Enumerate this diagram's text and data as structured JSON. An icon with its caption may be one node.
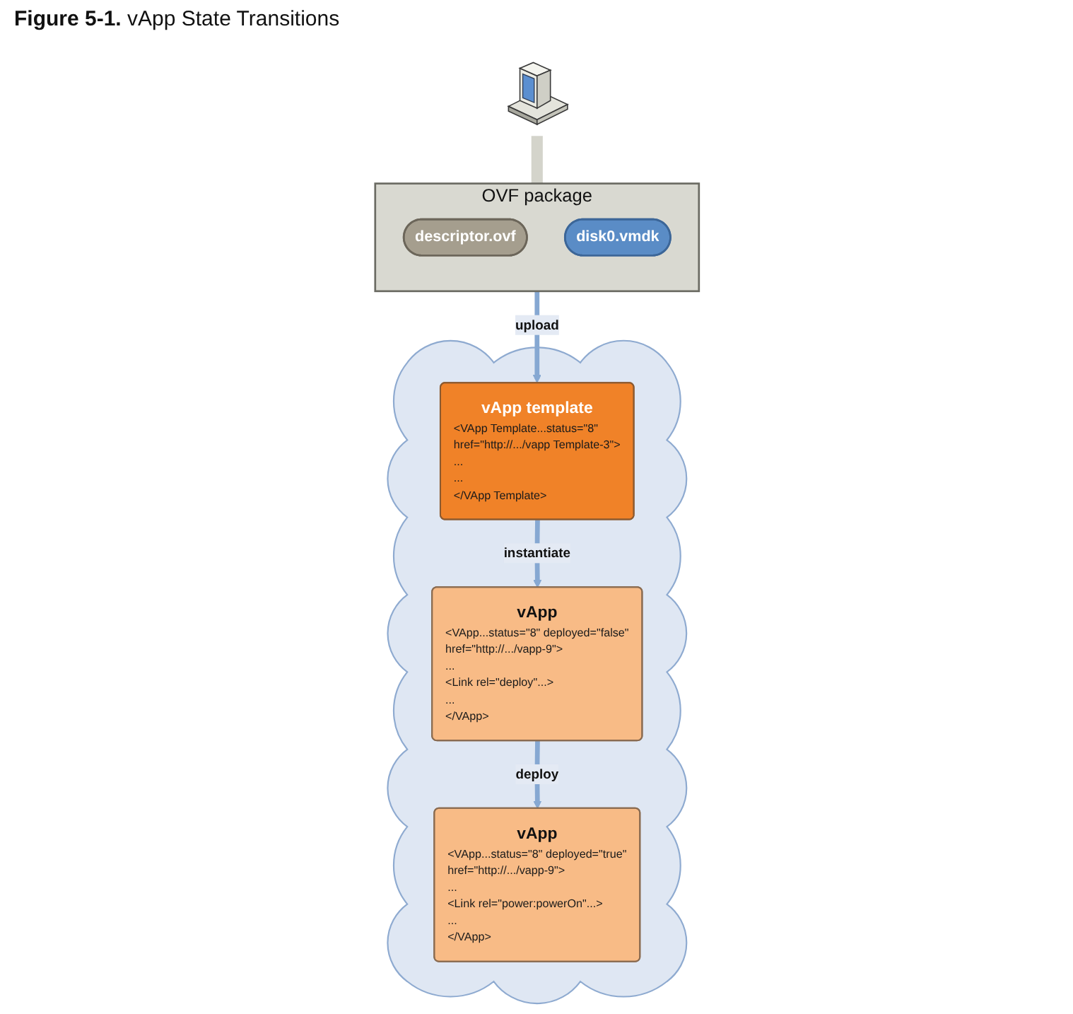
{
  "diagram": {
    "title": "**Figure 5-1.** vApp State Transitions",
    "nodes": [
      {
        "text": [
          "OVF package"
        ]
      },
      {
        "text": [
          "descriptor.ovf"
        ],
        "in": 0
      },
      {
        "text": [
          "disk0.vmdk"
        ],
        "in": 0
      },
      {
        "text": [],
        "shape": "picture"
      },
      {
        "text": [],
        "shape": "cloud"
      },
      {
        "text": [
          "vApp template",
          "<VApp Template...status=\"8\"",
          "href=\"http://.../vapp Template-3\">",
          "...",
          "...",
          "</VApp Template>"
        ],
        "in": 4
      },
      {
        "text": [
          "vApp",
          "<VApp...status=\"8\" deployed=\"false\"",
          "href=\"http://.../vapp-9\">",
          "...",
          "<Link rel=\"deploy\"...>",
          "...",
          "</VApp>"
        ],
        "in": 4
      },
      {
        "text": [
          "vApp",
          "<VApp...status=\"8\" deployed=\"true\"",
          "href=\"http://.../vapp-9\">",
          "...",
          "<Link rel=\"power:powerOn\"...>",
          "...",
          "</VApp>"
        ],
        "in": 4
      }
    ],
    "edges": [
      {
        "from": 0,
        "to": 5,
        "arrow": "to",
        "label": "upload"
      },
      {
        "from": 5,
        "to": 6,
        "arrow": "to",
        "label": "instantiate"
      },
      {
        "from": 6,
        "to": 7,
        "arrow": "to",
        "label": "deploy"
      },
      {
        "from": 3,
        "to": 0,
        "arrow": "none",
        "style": "thick",
        "color": "#d4d4cb"
      }
    ]
  }
}
